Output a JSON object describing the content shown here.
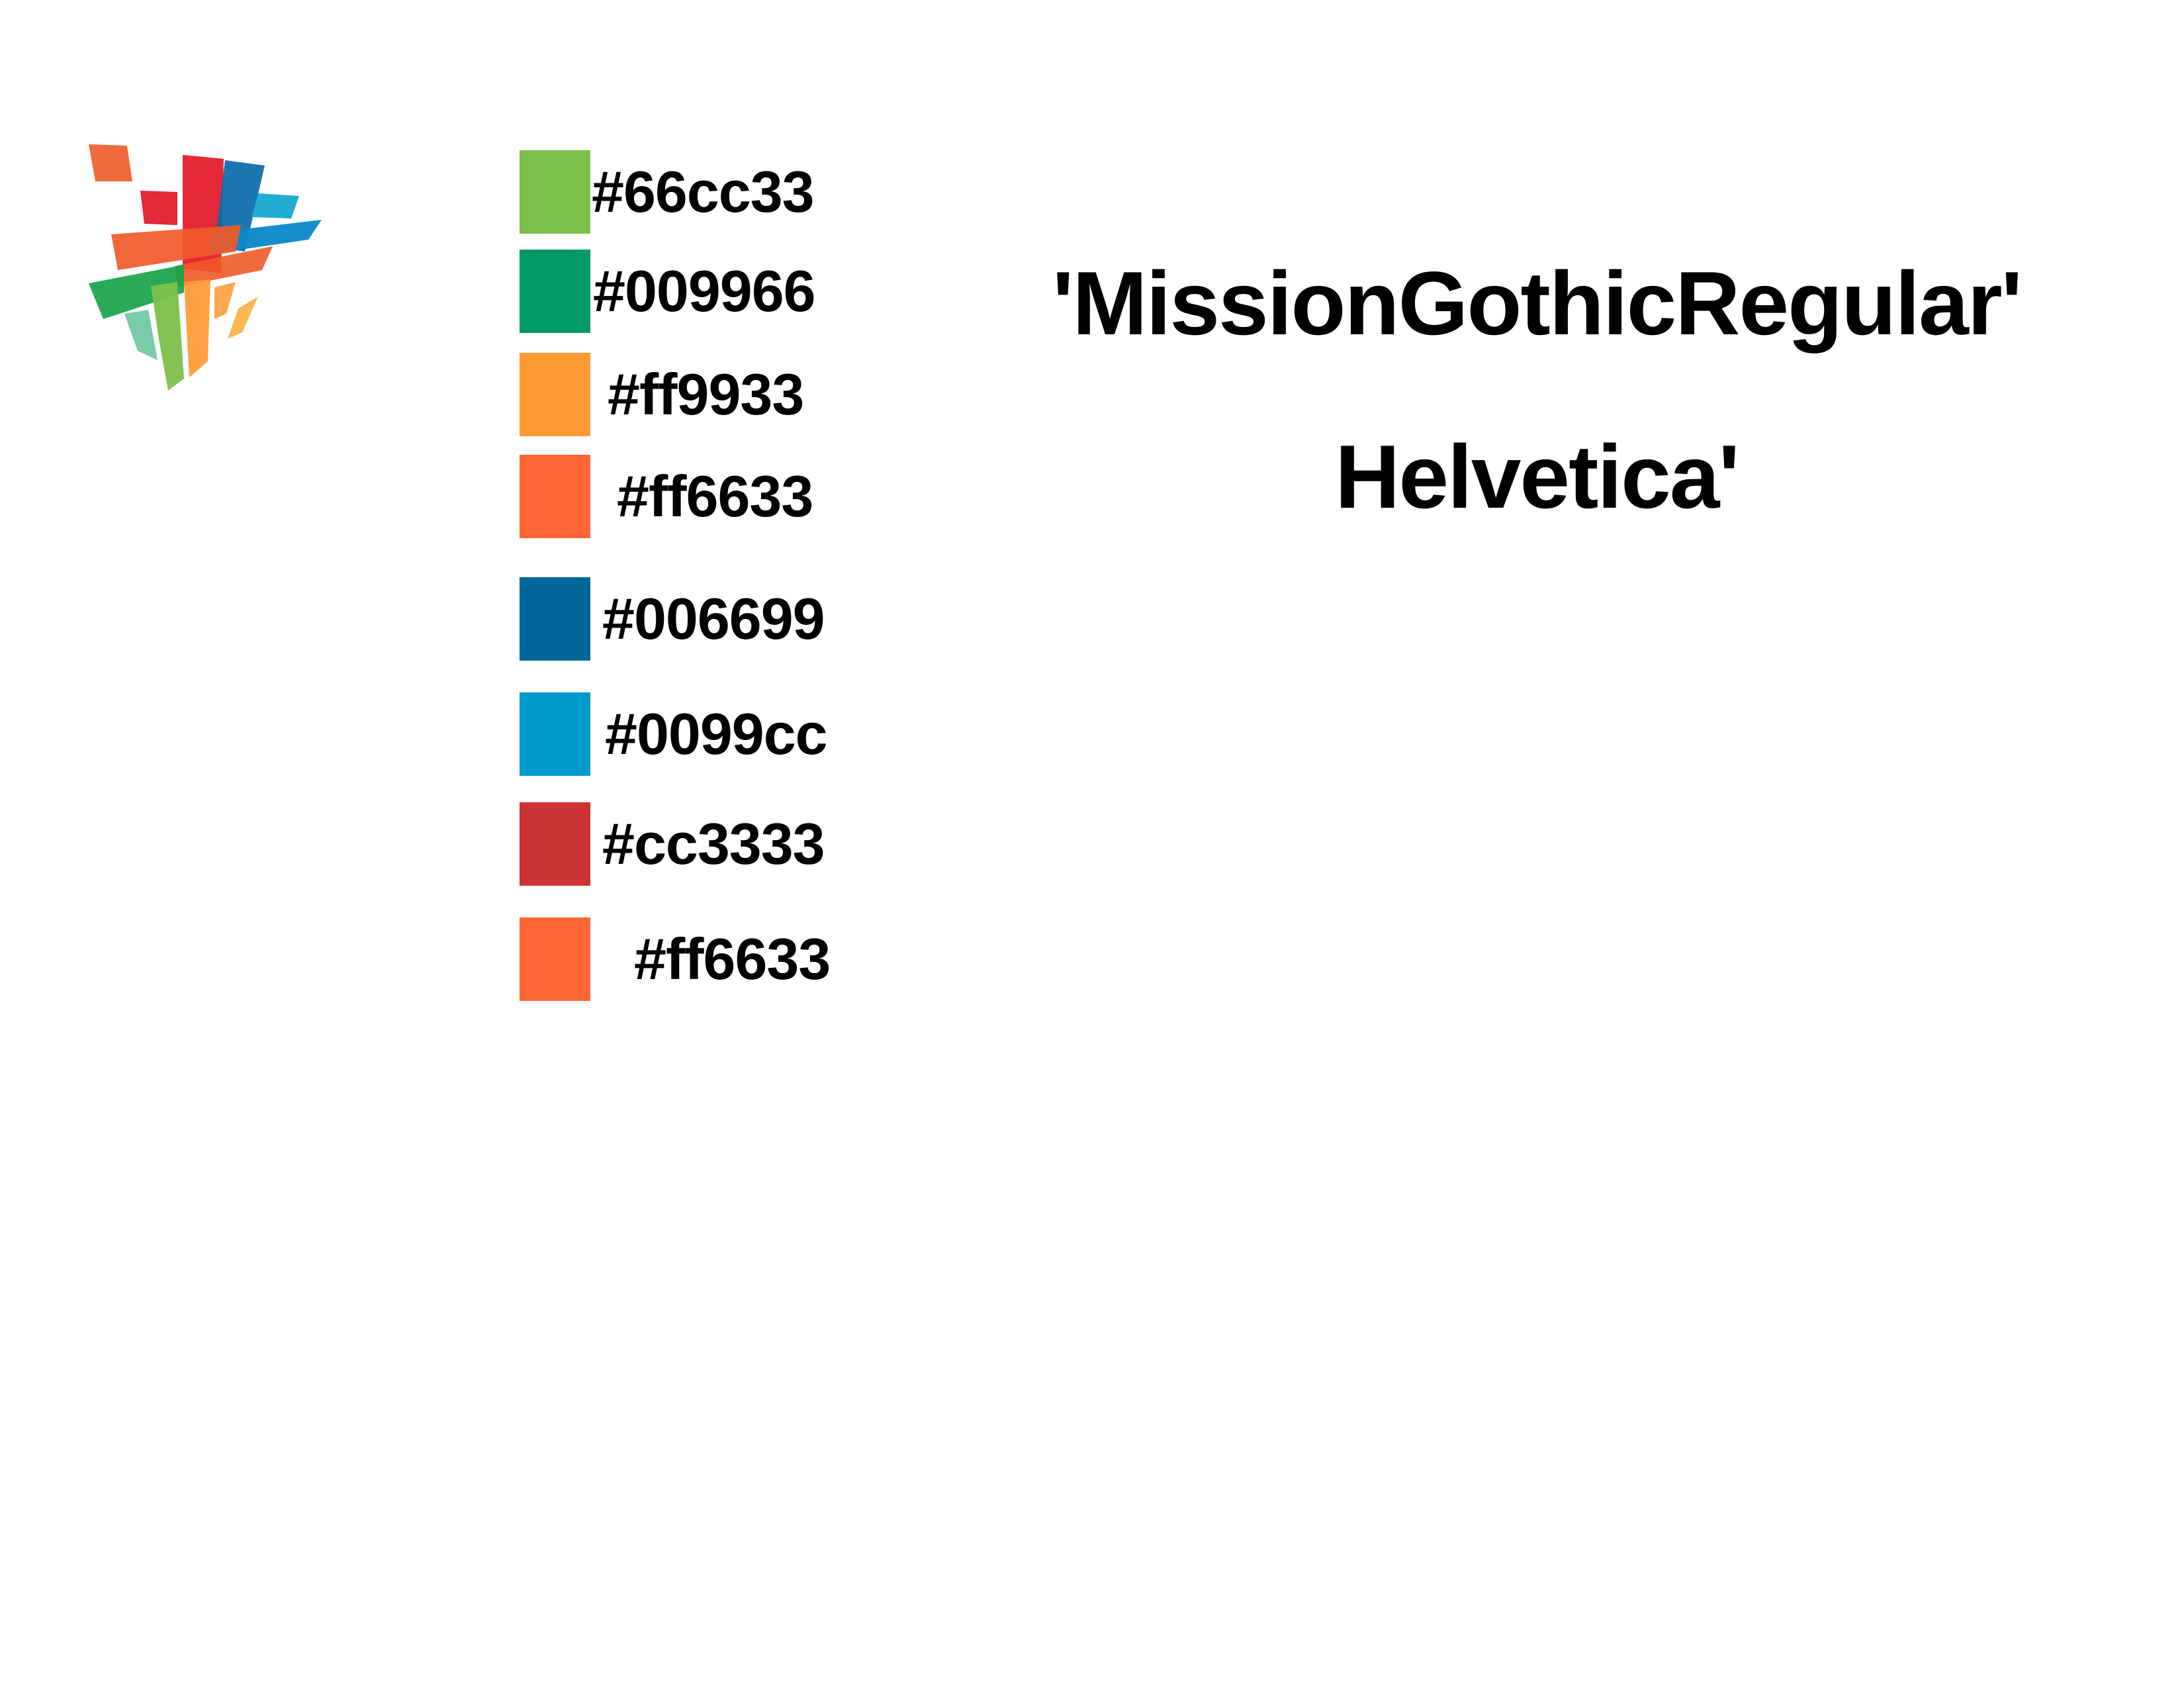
{
  "logo": {
    "icon": "abstract-multicolor-bars-logo"
  },
  "swatches": [
    {
      "color": "#66cc33",
      "swatch_color": "#7bc04a",
      "label": "#66cc33"
    },
    {
      "color": "#009966",
      "swatch_color": "#009a66",
      "label": "#009966"
    },
    {
      "color": "#ff9933",
      "swatch_color": "#ff9933",
      "label": "#ff9933"
    },
    {
      "color": "#ff6633",
      "swatch_color": "#ff6633",
      "label": "#ff6633"
    },
    {
      "color": "#006699",
      "swatch_color": "#006699",
      "label": "#006699"
    },
    {
      "color": "#0099cc",
      "swatch_color": "#0099cc",
      "label": "#0099cc"
    },
    {
      "color": "#cc3333",
      "swatch_color": "#cc3333",
      "label": "#cc3333"
    },
    {
      "color": "#ff6633",
      "swatch_color": "#ff6633",
      "label": "#ff6633"
    }
  ],
  "fonts": {
    "primary": "'MissionGothicRegular'",
    "secondary": "Helvetica'"
  }
}
